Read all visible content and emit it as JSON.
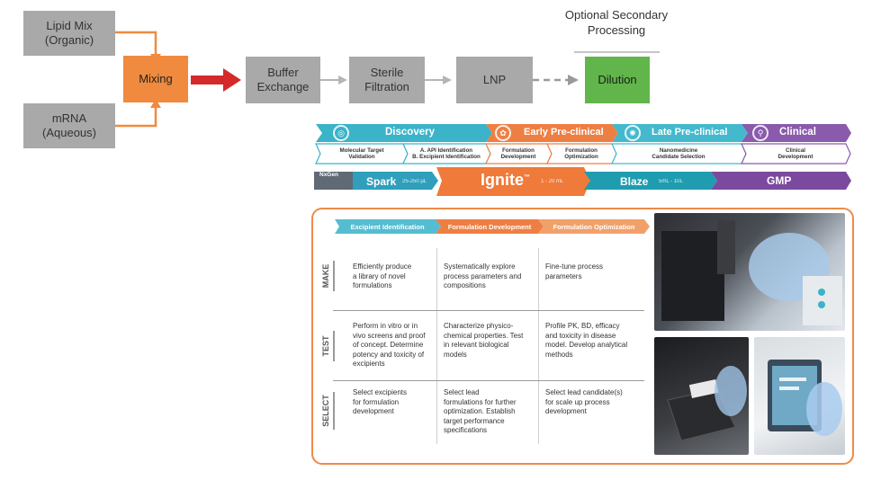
{
  "flow": {
    "lipid_mix": "Lipid Mix\n(Organic)",
    "mrna": "mRNA\n(Aqueous)",
    "mixing": "Mixing",
    "buffer_exchange": "Buffer\nExchange",
    "sterile_filtration": "Sterile\nFiltration",
    "lnp": "LNP",
    "dilution": "Dilution",
    "optional_label": "Optional Secondary\nProcessing"
  },
  "phases": {
    "discovery": "Discovery",
    "early": "Early Pre-clinical",
    "late": "Late Pre-clinical",
    "clinical": "Clinical",
    "subs": [
      "Molecular Target\nValidation",
      "A. API Identification\nB. Excipient Identification",
      "Formulation\nDevelopment",
      "Formulation\nOptimization",
      "Nanomedicine\nCandidate Selection",
      "Clinical\nDevelopment"
    ]
  },
  "products": {
    "nxgen": "NxGen",
    "spark": "Spark",
    "spark_range": "25-250 µL",
    "ignite": "Ignite",
    "ignite_tm": "™",
    "ignite_range": "1 - 20 mL",
    "blaze": "Blaze",
    "blaze_range": "5mL - 10L",
    "gmp": "GMP"
  },
  "table": {
    "headers": [
      "Excipient Identification",
      "Formulation Development",
      "Formulation Optimization"
    ],
    "rows": [
      {
        "label": "MAKE",
        "cells": [
          "Efficiently produce\na library of novel\nformulations",
          "Systematically explore\nprocess parameters and\ncompositions",
          "Fine-tune process\nparameters"
        ]
      },
      {
        "label": "TEST",
        "cells": [
          "Perform in vitro or in\nvivo screens and proof\nof concept. Determine\npotency and toxicity of\nexcipients",
          "Characterize physico-\nchemical properties. Test\nin relevant biological\nmodels",
          "Profile PK, BD, efficacy\nand toxicity in disease\nmodel. Develop analytical\nmethods"
        ]
      },
      {
        "label": "SELECT",
        "cells": [
          "Select excipients\nfor formulation\ndevelopment",
          "Select lead\nformulations for further\noptimization. Establish\ntarget performance\nspecifications",
          "Select lead candidate(s)\nfor scale up process\ndevelopment"
        ]
      }
    ]
  },
  "colors": {
    "orange": "#f08a3e",
    "gray": "#a9a9a9",
    "green": "#62b54a",
    "teal": "#3bb3c9",
    "purple": "#7b4a9e",
    "red_arrow": "#d42a2a"
  }
}
